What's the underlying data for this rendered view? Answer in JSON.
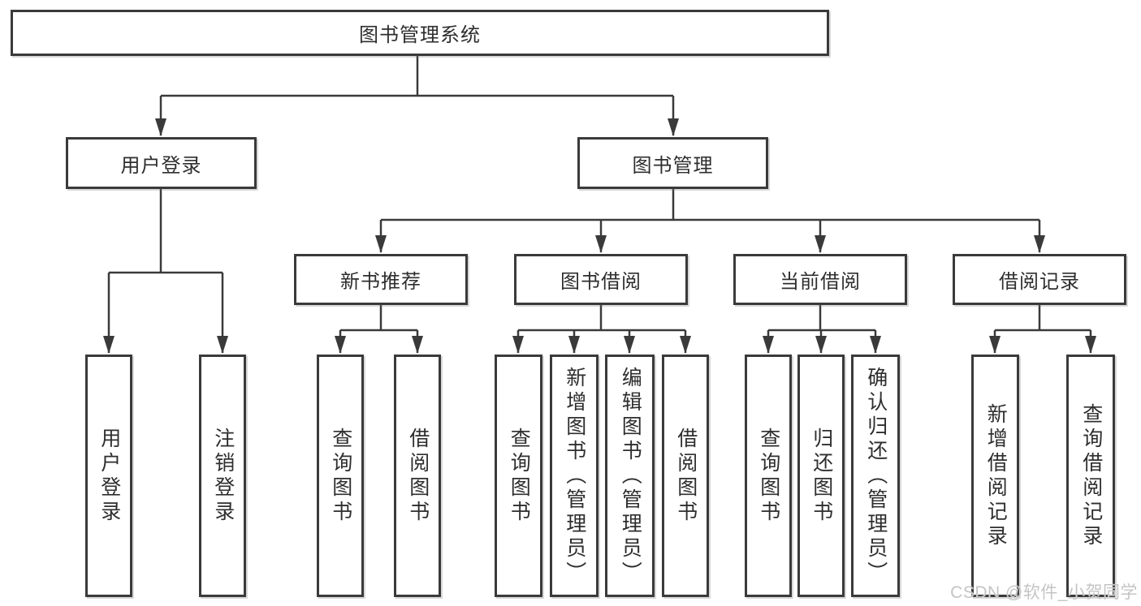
{
  "diagram": {
    "type": "hierarchy-tree",
    "root": {
      "label": "图书管理系统",
      "children": [
        {
          "label": "用户登录",
          "children": [
            {
              "label": "用户登录"
            },
            {
              "label": "注销登录"
            }
          ]
        },
        {
          "label": "图书管理",
          "children": [
            {
              "label": "新书推荐",
              "children": [
                {
                  "label": "查询图书"
                },
                {
                  "label": "借阅图书"
                }
              ]
            },
            {
              "label": "图书借阅",
              "children": [
                {
                  "label": "查询图书"
                },
                {
                  "label": "新增图书（管理员）"
                },
                {
                  "label": "编辑图书（管理员）"
                },
                {
                  "label": "借阅图书"
                }
              ]
            },
            {
              "label": "当前借阅",
              "children": [
                {
                  "label": "查询图书"
                },
                {
                  "label": "归还图书"
                },
                {
                  "label": "确认归还（管理员）"
                }
              ]
            },
            {
              "label": "借阅记录",
              "children": [
                {
                  "label": "新增借阅记录"
                },
                {
                  "label": "查询借阅记录"
                }
              ]
            }
          ]
        }
      ]
    },
    "colors": {
      "line": "#3a3a3a",
      "box_border": "#3a3a3a",
      "text": "#2e2e2e",
      "background": "#ffffff",
      "watermark": "#c4c4c4"
    }
  },
  "watermark": {
    "text": "CSDN @软件_小贺同学"
  }
}
